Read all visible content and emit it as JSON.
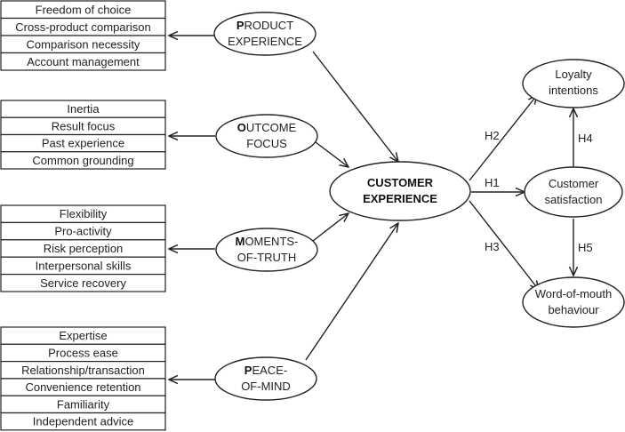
{
  "colors": {
    "stroke": "#222222",
    "text": "#222222",
    "background": "#ffffff"
  },
  "factor_lists": [
    {
      "id": "product",
      "items": [
        "Freedom of choice",
        "Cross-product comparison",
        "Comparison necessity",
        "Account management"
      ]
    },
    {
      "id": "outcome",
      "items": [
        "Inertia",
        "Result focus",
        "Past experience",
        "Common grounding"
      ]
    },
    {
      "id": "moments",
      "items": [
        "Flexibility",
        "Pro-activity",
        "Risk perception",
        "Interpersonal skills",
        "Service recovery"
      ]
    },
    {
      "id": "peace",
      "items": [
        "Expertise",
        "Process ease",
        "Relationship/transaction",
        "Convenience retention",
        "Familiarity",
        "Independent advice"
      ]
    }
  ],
  "dimensions": {
    "product": {
      "initial": "P",
      "line1_rest": "RODUCT",
      "line2": "EXPERIENCE"
    },
    "outcome": {
      "initial": "O",
      "line1_rest": "UTCOME",
      "line2": "FOCUS"
    },
    "moments": {
      "initial": "M",
      "line1_rest": "OMENTS-",
      "line2": "OF-TRUTH"
    },
    "peace": {
      "initial": "P",
      "line1_rest": "EACE-",
      "line2": "OF-MIND"
    }
  },
  "center": {
    "line1": "CUSTOMER",
    "line2": "EXPERIENCE"
  },
  "outcomes": {
    "loyalty": {
      "line1": "Loyalty",
      "line2": "intentions"
    },
    "satisfaction": {
      "line1": "Customer",
      "line2": "satisfaction"
    },
    "wom": {
      "line1": "Word-of-mouth",
      "line2": "behaviour"
    }
  },
  "hypotheses": {
    "h1": "H1",
    "h2": "H2",
    "h3": "H3",
    "h4": "H4",
    "h5": "H5"
  }
}
